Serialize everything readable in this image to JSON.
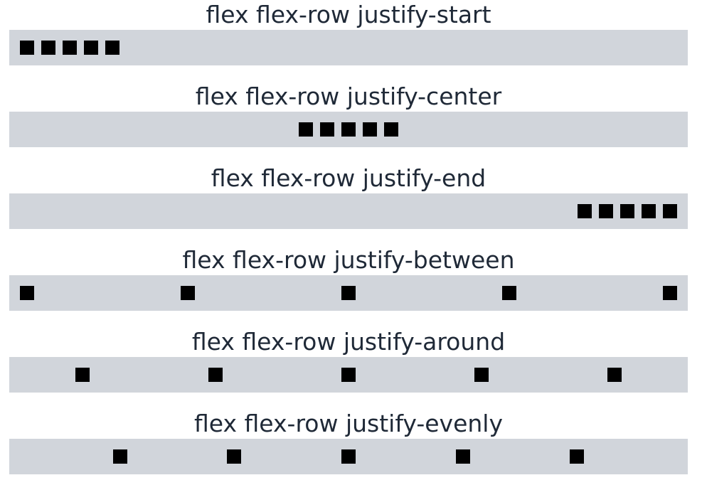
{
  "rows": [
    {
      "title": "flex flex-row justify-start",
      "justify": "start",
      "item_count": 5
    },
    {
      "title": "flex flex-row justify-center",
      "justify": "center",
      "item_count": 5
    },
    {
      "title": "flex flex-row justify-end",
      "justify": "end",
      "item_count": 5
    },
    {
      "title": "flex flex-row justify-between",
      "justify": "between",
      "item_count": 5
    },
    {
      "title": "flex flex-row justify-around",
      "justify": "around",
      "item_count": 5
    },
    {
      "title": "flex flex-row justify-evenly",
      "justify": "evenly",
      "item_count": 5
    }
  ],
  "colors": {
    "bar_background": "#d1d5db",
    "square": "#000000",
    "title_text": "#1f2937"
  }
}
